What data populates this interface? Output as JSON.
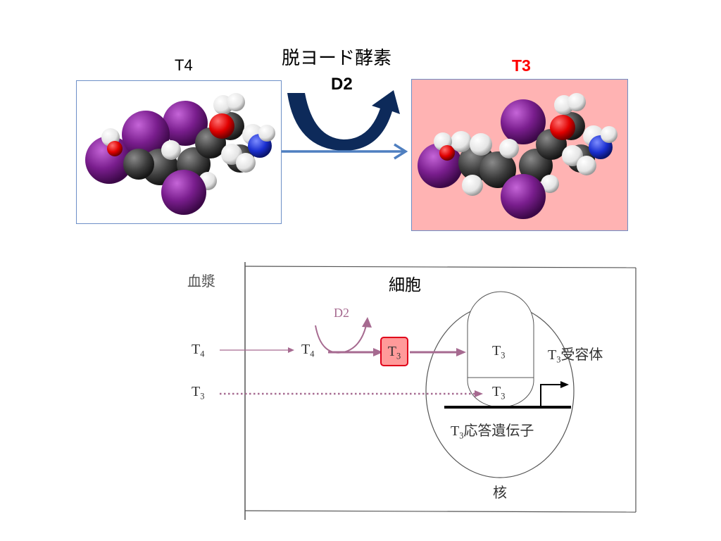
{
  "top": {
    "t4_label": "T4",
    "enzyme_label": "脱ヨード酵素",
    "d2_label": "D2",
    "t3_label": "T3"
  },
  "diagram": {
    "plasma": "血漿",
    "cell": "細胞",
    "d2": "D2",
    "t4_main": "T",
    "t4_sub": "4",
    "t3_main": "T",
    "t3_sub": "3",
    "receptor_suffix": "受容体",
    "gene_suffix": "応答遺伝子",
    "nucleus": "核"
  },
  "colors": {
    "t3_highlight": "#ff0000",
    "t3_panel_bg": "#ffb3b3",
    "panel_border": "#6d8fc7",
    "curved_arrow": "#0d2a5a",
    "straight_arrow": "#4f7fc0",
    "diagram_arrow": "#a66a90",
    "t3_box_fill": "#ff9a9a",
    "t3_box_border": "#e0001a"
  },
  "icons": [
    "curved-arrow-icon",
    "right-arrow-icon",
    "gene-promoter-arrow-icon"
  ]
}
